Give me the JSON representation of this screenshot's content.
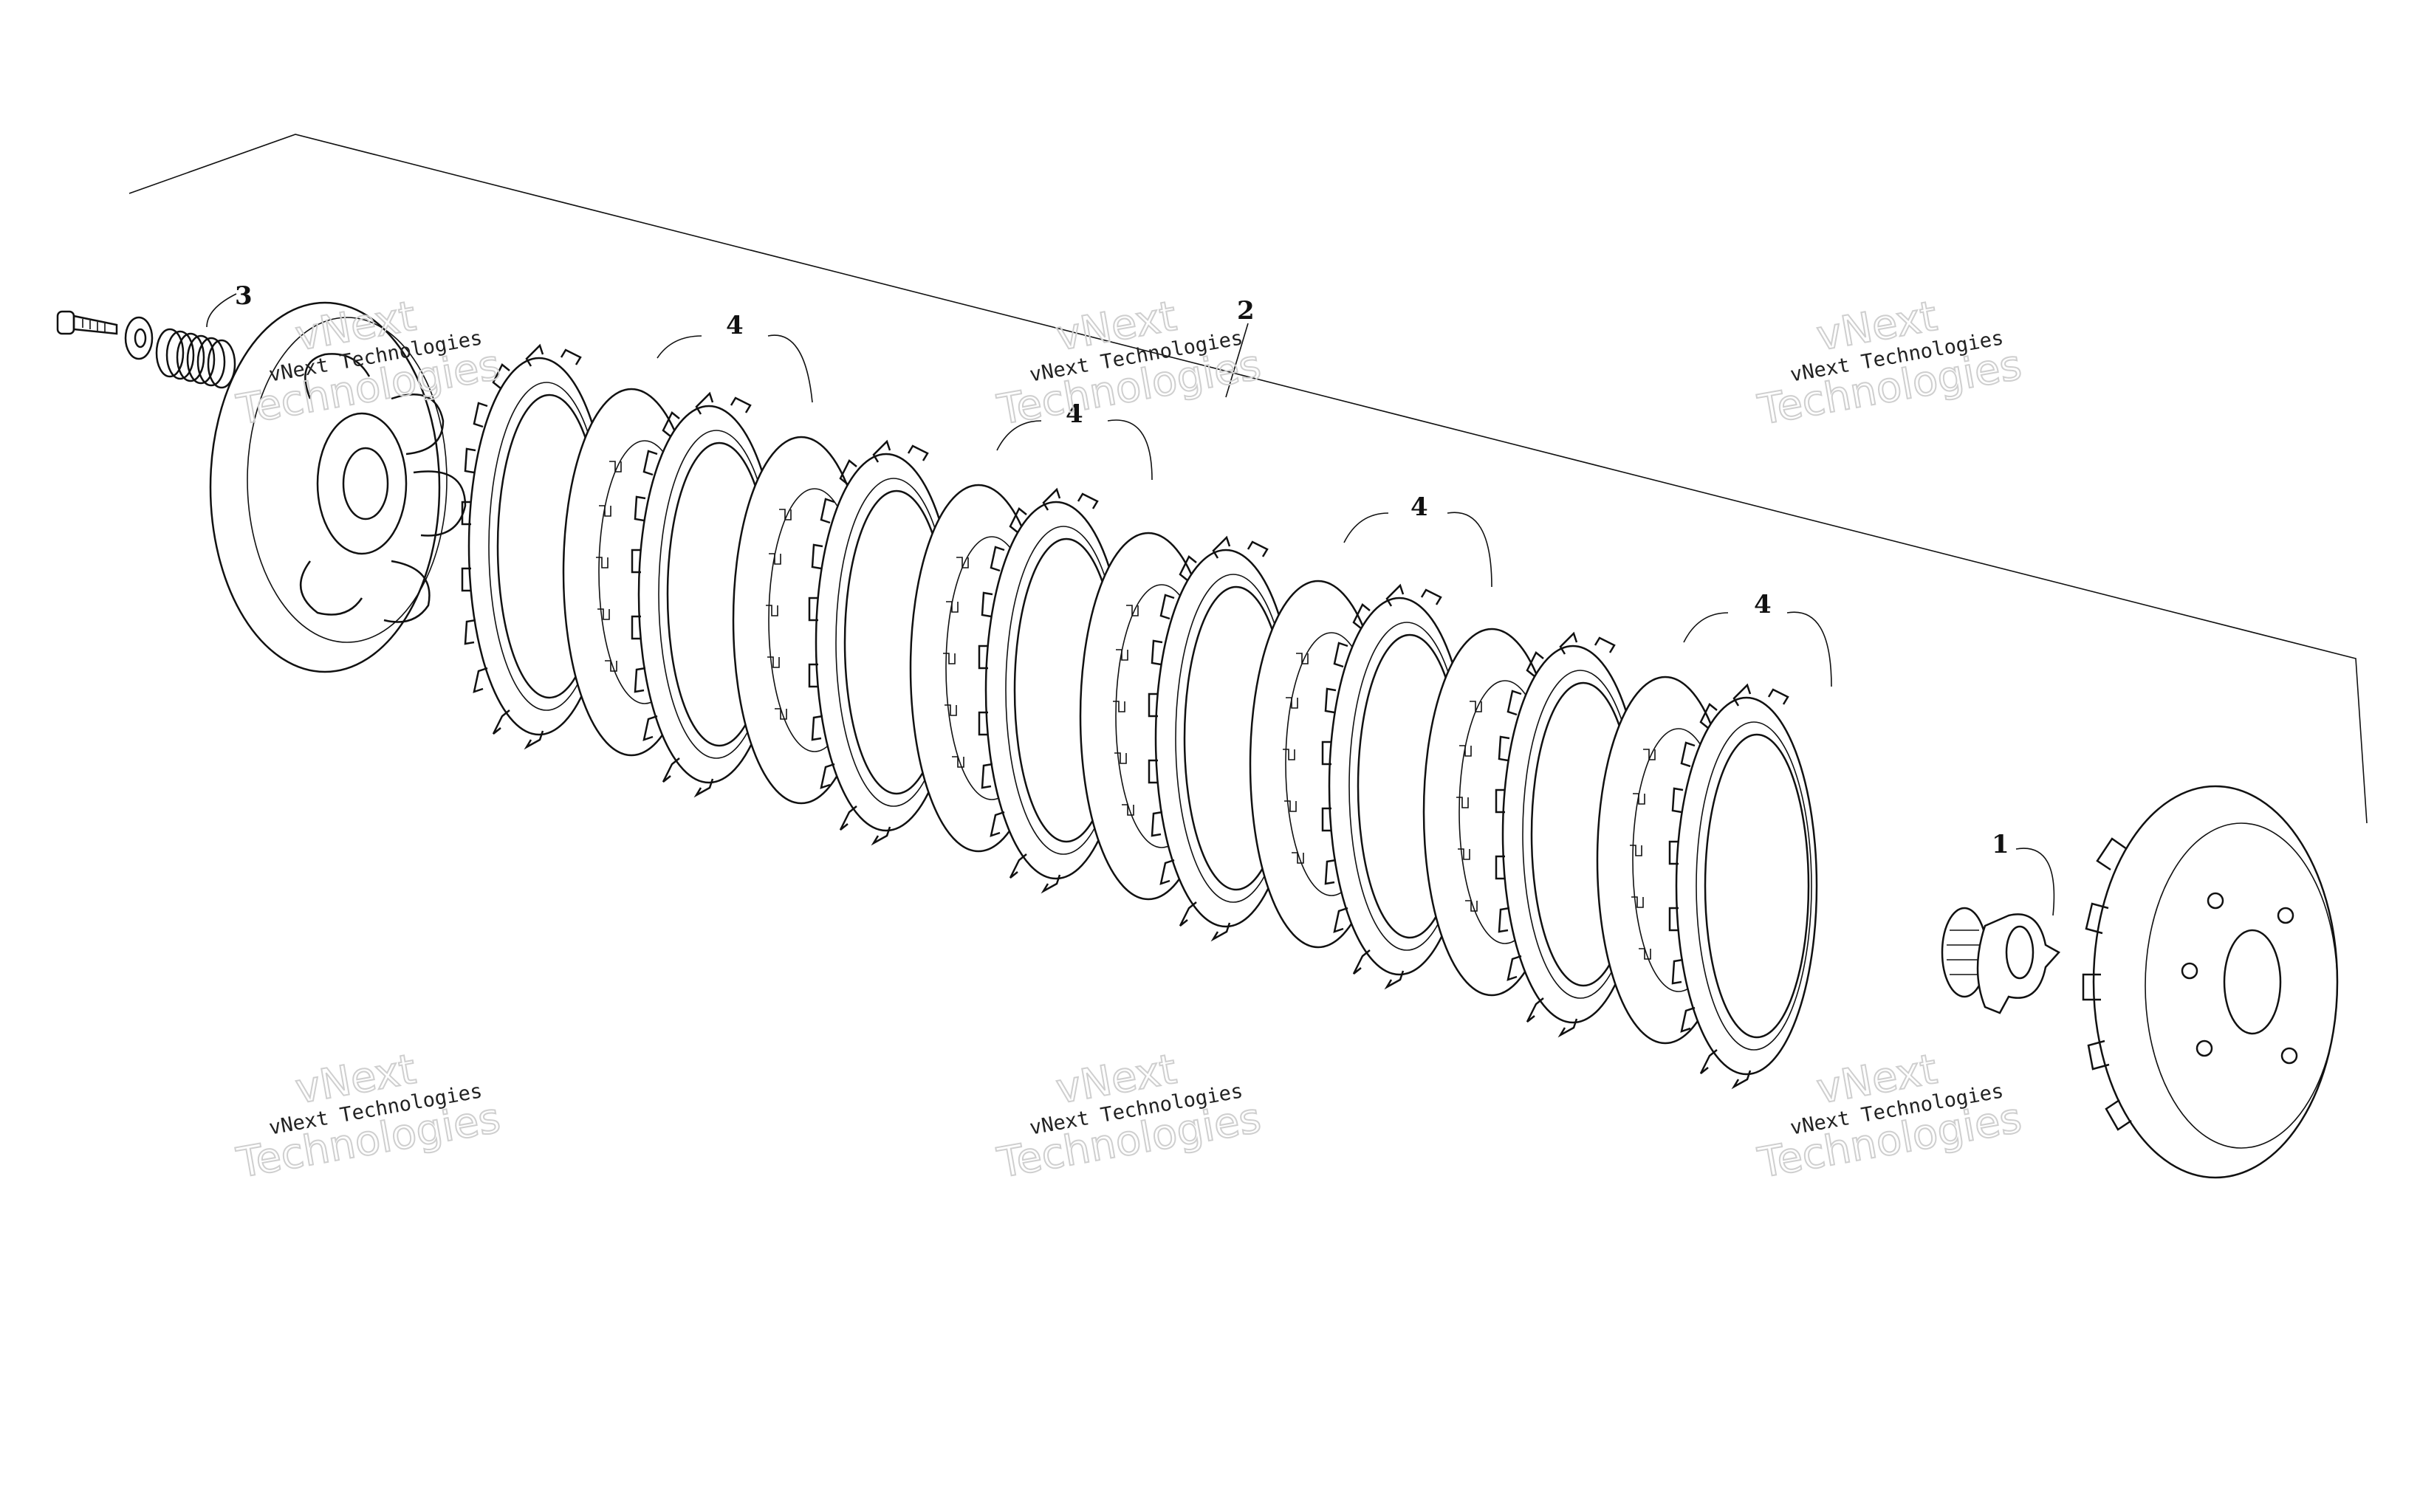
{
  "callouts": {
    "c1": "1",
    "c2": "2",
    "c3": "3",
    "c4a": "4",
    "c4b": "4",
    "c4c": "4",
    "c4d": "4"
  },
  "watermarks": {
    "w1_small": "vNext Technologies",
    "w1_brand": "vNext",
    "w1_big": "Technologies",
    "w2_small": "vNext Technologies",
    "w2_brand": "vNext",
    "w2_big": "Technologies",
    "w3_small": "vNext Technologies",
    "w3_brand": "vNext",
    "w3_big": "Technologies",
    "w4_small": "vNext Technologies",
    "w4_brand": "vNext",
    "w4_big": "Technologies",
    "w5_small": "vNext Technologies",
    "w5_brand": "vNext",
    "w5_big": "Technologies",
    "w6_small": "vNext Technologies",
    "w6_brand": "vNext",
    "w6_big": "Technologies"
  }
}
